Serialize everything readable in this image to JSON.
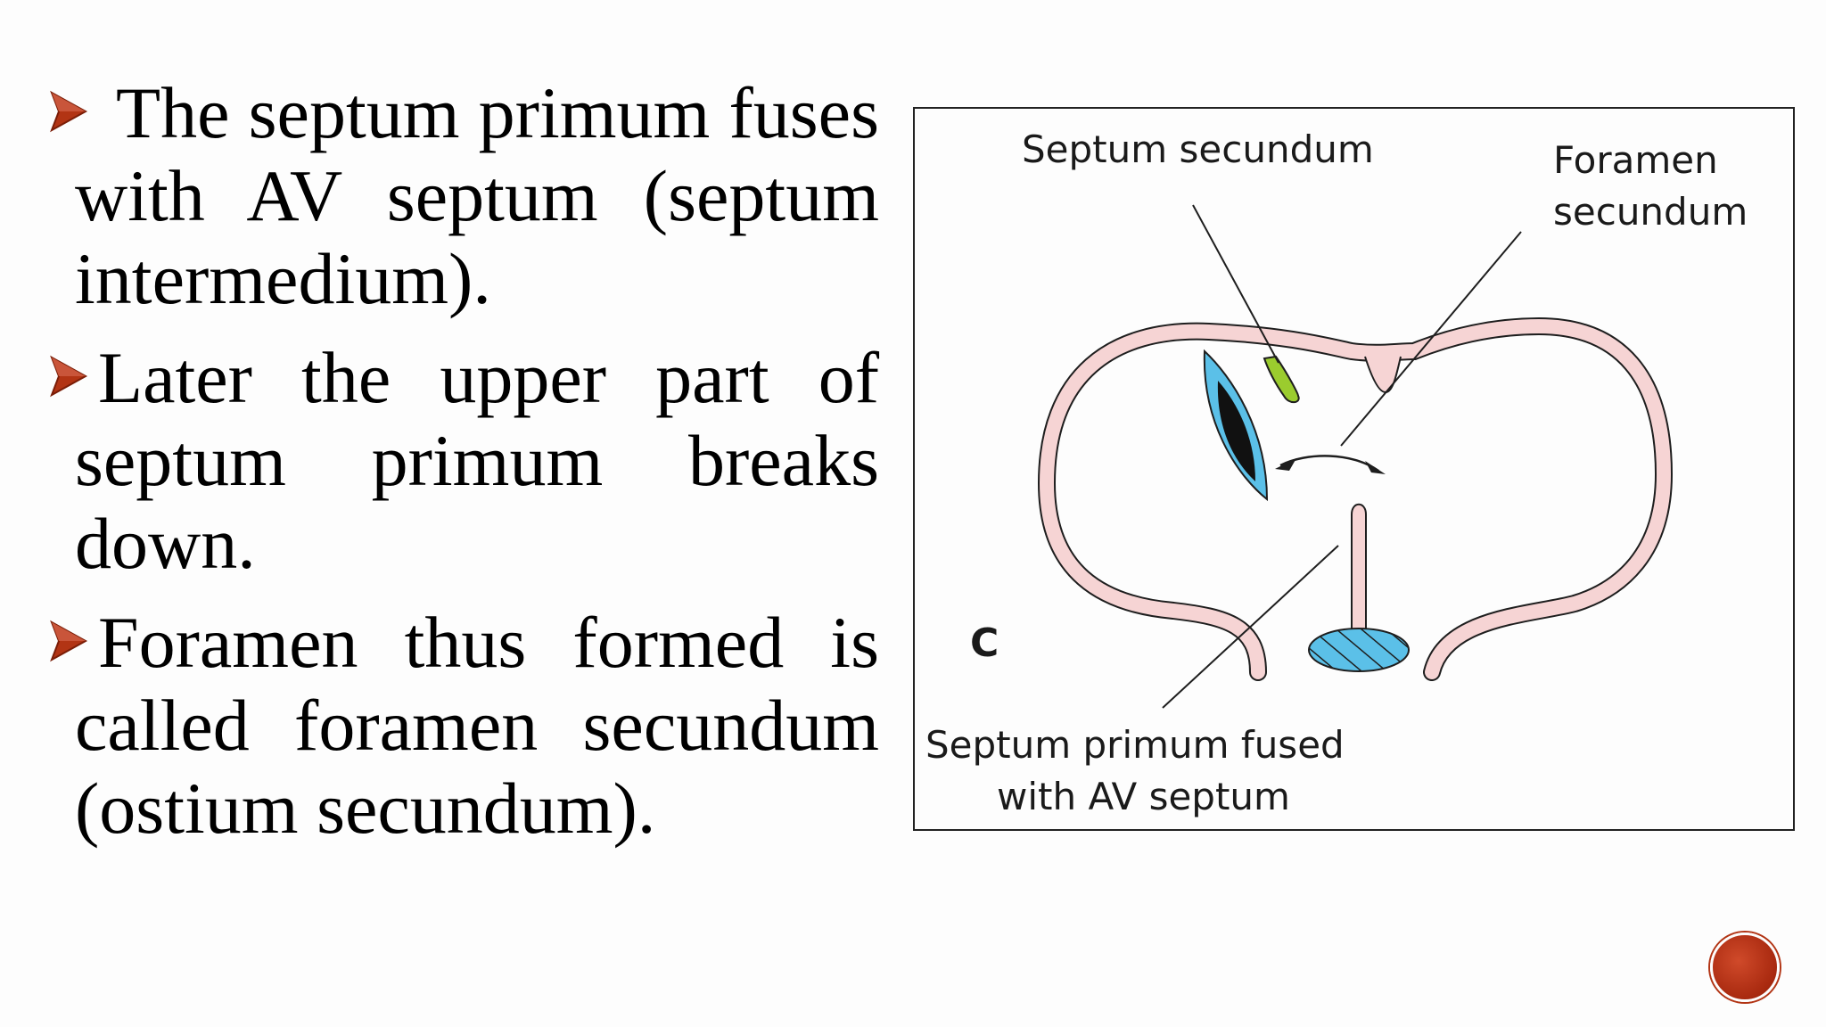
{
  "bullets": [
    {
      "text": "The septum primum fuses with AV septum (septum intermedium)."
    },
    {
      "text": "Later the upper part of septum primum breaks down."
    },
    {
      "text": "Foramen thus formed is called foramen secundum (ostium secundum)."
    }
  ],
  "figure": {
    "label_septum_secundum": "Septum secundum",
    "label_foramen_line1": "Foramen",
    "label_foramen_line2": "secundum",
    "label_panel": "C",
    "label_fused_line1": "Septum primum fused",
    "label_fused_line2": "with AV septum"
  },
  "colors": {
    "bullet_arrow": "#b23414",
    "heart_wall": "#f6d4d4",
    "septum_secundum": "#9bcc2e",
    "foramen_fill": "#5bc0e8",
    "av_septum": "#5bc0e8"
  },
  "icons": {
    "bullet": "arrowhead-bullet-icon",
    "next": "next-slide-button"
  }
}
